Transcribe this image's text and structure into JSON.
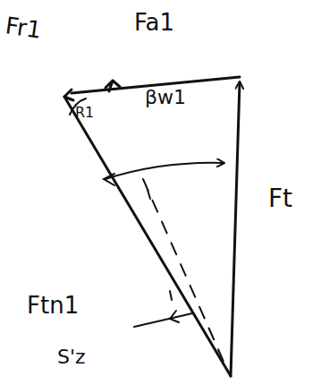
{
  "diagram": {
    "labels": [
      "Fr1",
      "Fa1",
      "R1",
      "βw1",
      "Ft",
      "Ftn1",
      "S'z"
    ]
  }
}
